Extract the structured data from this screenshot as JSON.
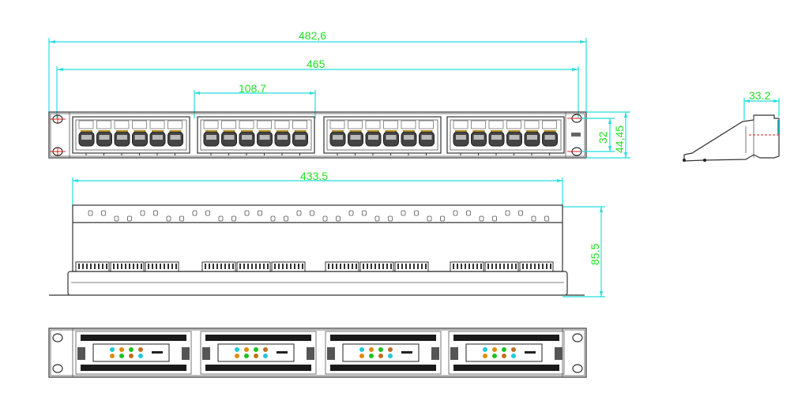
{
  "drawing": {
    "front_view": {
      "dimensions": {
        "overall_width": "482,6",
        "mounting_width": "465",
        "module_width": "108.7",
        "hole_spacing": "32",
        "panel_height": "44,45"
      },
      "modules": 4,
      "ports_per_module": 6
    },
    "side_view": {
      "dimensions": {
        "depth": "33.2"
      }
    },
    "top_view": {
      "dimensions": {
        "body_width": "433.5",
        "depth": "85.5"
      }
    },
    "rear_view": {
      "modules": 4
    },
    "colors": {
      "dimension_line": "#22dede",
      "dimension_text": "#22e022",
      "outline": "#333333",
      "hole_marker": "#e02020"
    }
  }
}
